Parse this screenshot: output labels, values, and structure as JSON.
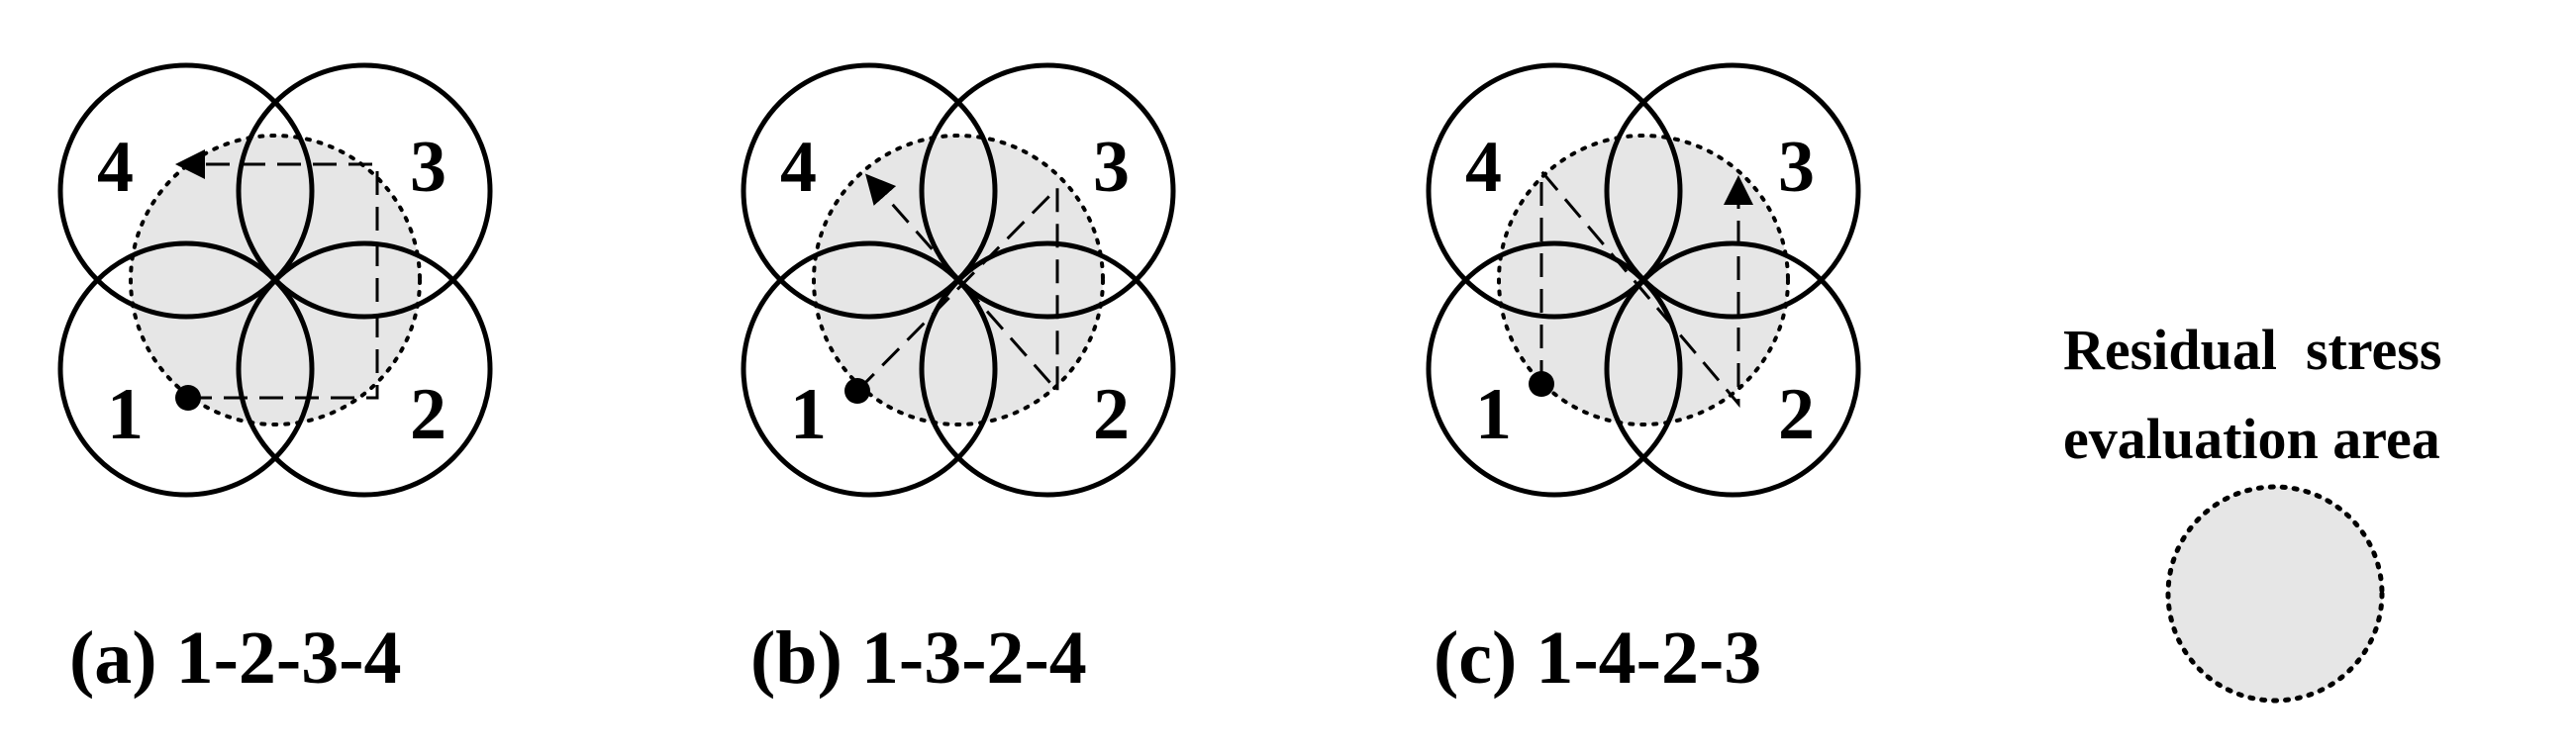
{
  "panels": [
    {
      "id": "a",
      "caption": "(a) 1-2-3-4",
      "labels": [
        "1",
        "2",
        "3",
        "4"
      ],
      "sequence": [
        1,
        2,
        3,
        4
      ]
    },
    {
      "id": "b",
      "caption": "(b) 1-3-2-4",
      "labels": [
        "1",
        "2",
        "3",
        "4"
      ],
      "sequence": [
        1,
        3,
        2,
        4
      ]
    },
    {
      "id": "c",
      "caption": "(c) 1-4-2-3",
      "labels": [
        "1",
        "2",
        "3",
        "4"
      ],
      "sequence": [
        1,
        4,
        2,
        3
      ]
    }
  ],
  "legend": {
    "title_line1": "Residual  stress",
    "title_line2": "evaluation area"
  },
  "colors": {
    "area_fill": "#e6e6e6",
    "stroke": "#000000"
  }
}
